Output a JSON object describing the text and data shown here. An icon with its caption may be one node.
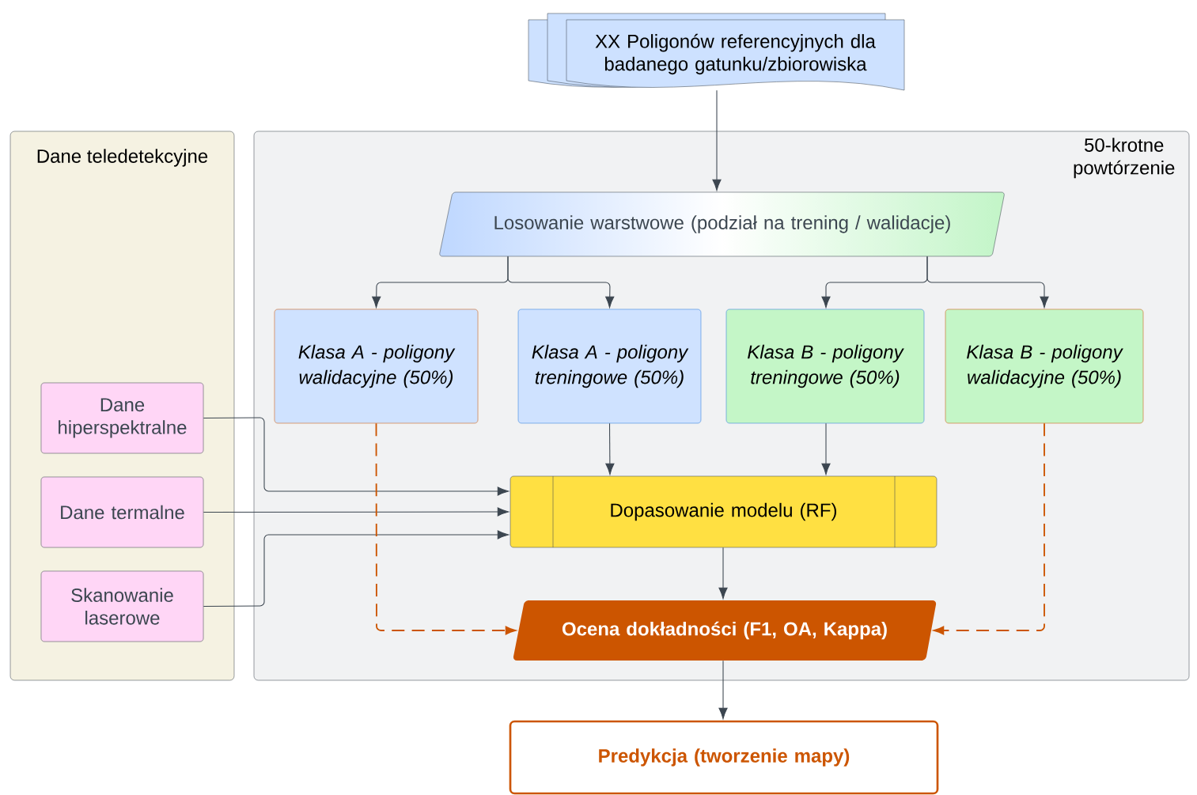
{
  "diagram": {
    "nodes": [
      {
        "text": [
          "XX Poligonów referencyjnych  dla badanego gatunku/zbiorowiska"
        ]
      },
      {
        "text": [
          "Dane teledetekcyjne"
        ]
      },
      {
        "text": [
          "50-krotne powtórzenie"
        ]
      },
      {
        "text": [
          "Losowanie warstwowe (podział na trening / walidacje)"
        ],
        "in": 2
      },
      {
        "text": [
          "Klasa A - poligony walidacyjne (50%)"
        ],
        "in": 2
      },
      {
        "text": [
          "Klasa A - poligony treningowe (50%)"
        ],
        "in": 2
      },
      {
        "text": [
          "Klasa B - poligony treningowe (50%)"
        ],
        "in": 2
      },
      {
        "text": [
          "Klasa B - poligony walidacyjne (50%)"
        ],
        "in": 2
      },
      {
        "text": [
          "Dane hiperspektralne"
        ],
        "in": 1
      },
      {
        "text": [
          "Dane termalne"
        ],
        "in": 1
      },
      {
        "text": [
          "Skanowanie laserowe"
        ],
        "in": 1
      },
      {
        "text": [
          "Dopasowanie modelu (RF)"
        ],
        "in": 2
      },
      {
        "text": [
          "Ocena dokładności (F1, OA, Kappa)"
        ],
        "in": 2
      },
      {
        "text": [
          "Predykcja (tworzenie mapy)"
        ]
      }
    ],
    "edges": [
      {
        "from": 0,
        "to": 3,
        "arrow": "to"
      },
      {
        "from": 3,
        "to": 4,
        "arrow": "to"
      },
      {
        "from": 3,
        "to": 5,
        "arrow": "to"
      },
      {
        "from": 3,
        "to": 6,
        "arrow": "to"
      },
      {
        "from": 3,
        "to": 7,
        "arrow": "to"
      },
      {
        "from": 5,
        "to": 11,
        "arrow": "to"
      },
      {
        "from": 6,
        "to": 11,
        "arrow": "to"
      },
      {
        "from": 8,
        "to": 11,
        "arrow": "to"
      },
      {
        "from": 9,
        "to": 11,
        "arrow": "to"
      },
      {
        "from": 10,
        "to": 11,
        "arrow": "to"
      },
      {
        "from": 11,
        "to": 12,
        "arrow": "to"
      },
      {
        "from": 4,
        "to": 12,
        "arrow": "to",
        "style": "dashed",
        "color": "#cc5500"
      },
      {
        "from": 7,
        "to": 12,
        "arrow": "to",
        "style": "dashed",
        "color": "#cc5500"
      },
      {
        "from": 12,
        "to": 13,
        "arrow": "to"
      }
    ]
  }
}
